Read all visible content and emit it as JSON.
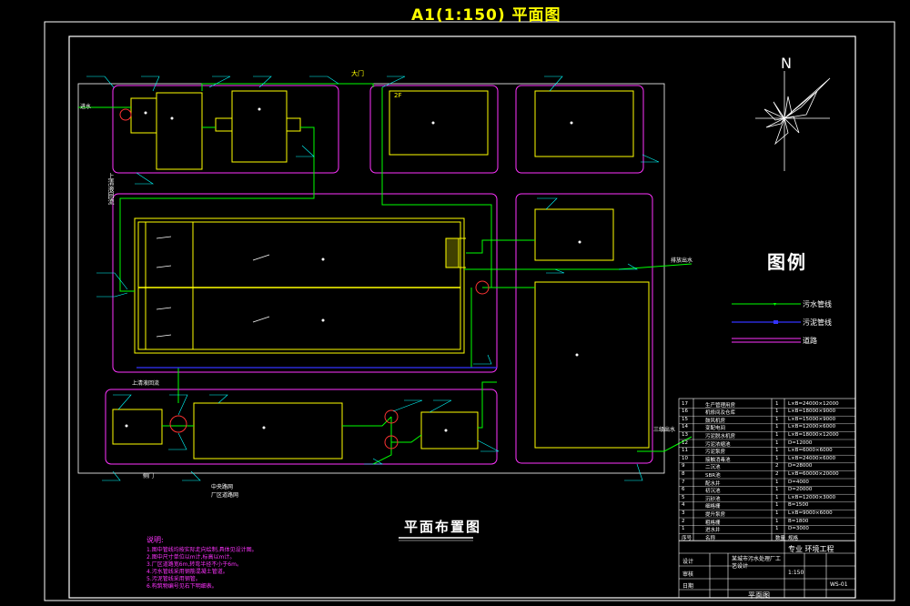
{
  "sheet_title": "A1(1:150) 平面图",
  "plan_title": "平面布置图",
  "north": "N",
  "legend": {
    "title": "图例",
    "items": [
      {
        "label": "污水管线",
        "color": "#00ff00"
      },
      {
        "label": "污泥管线",
        "color": "#0000ff"
      },
      {
        "label": "道路",
        "color": "#ff00ff"
      }
    ]
  },
  "annotations": {
    "gate": "大门",
    "gate2": "侧门",
    "inlet": "进水",
    "outlet_discharge": "排放出水",
    "outlet_3": "三级出水",
    "sludge_return": "上清液回流",
    "supernatant": "上清液回流",
    "center_road": "中央路网",
    "plant_road": "厂区道路网",
    "building_2f": "2F"
  },
  "notes": {
    "title": "说明:",
    "lines": [
      "1.图中管线均按实际走向绘制,具体见设计图。",
      "2.图中尺寸单位以m计,标高以m计。",
      "3.厂区道路宽6m,转弯半径不小于6m。",
      "4.污水管线采用钢筋混凝土管道。",
      "5.污泥管线采用钢管。",
      "6.构筑物编号见右下明细表。"
    ]
  },
  "title_block": {
    "rows": [
      {
        "no": "17",
        "name": "生产管理用房",
        "qty": "1",
        "spec": "L×B=24000×12000"
      },
      {
        "no": "16",
        "name": "机修间及仓库",
        "qty": "1",
        "spec": "L×B=18000×9000"
      },
      {
        "no": "15",
        "name": "鼓风机房",
        "qty": "1",
        "spec": "L×B=15000×9000"
      },
      {
        "no": "14",
        "name": "变配电间",
        "qty": "1",
        "spec": "L×B=12000×6000"
      },
      {
        "no": "13",
        "name": "污泥脱水机房",
        "qty": "1",
        "spec": "L×B=18000×12000"
      },
      {
        "no": "12",
        "name": "污泥浓缩池",
        "qty": "1",
        "spec": "D=12000"
      },
      {
        "no": "11",
        "name": "污泥泵房",
        "qty": "1",
        "spec": "L×B=6000×6000"
      },
      {
        "no": "10",
        "name": "接触消毒池",
        "qty": "1",
        "spec": "L×B=24000×6000"
      },
      {
        "no": "9",
        "name": "二沉池",
        "qty": "2",
        "spec": "D=28000"
      },
      {
        "no": "8",
        "name": "SBR池",
        "qty": "2",
        "spec": "L×B=60000×20000"
      },
      {
        "no": "7",
        "name": "配水井",
        "qty": "1",
        "spec": "D=4000"
      },
      {
        "no": "6",
        "name": "初沉池",
        "qty": "1",
        "spec": "D=20000"
      },
      {
        "no": "5",
        "name": "沉砂池",
        "qty": "1",
        "spec": "L×B=12000×3000"
      },
      {
        "no": "4",
        "name": "细格栅",
        "qty": "1",
        "spec": "B=1500"
      },
      {
        "no": "3",
        "name": "提升泵房",
        "qty": "1",
        "spec": "L×B=9000×6000"
      },
      {
        "no": "2",
        "name": "粗格栅",
        "qty": "1",
        "spec": "B=1800"
      },
      {
        "no": "1",
        "name": "进水井",
        "qty": "1",
        "spec": "D=3000"
      },
      {
        "no": "序号",
        "name": "名称",
        "qty": "数量",
        "spec": "规格"
      }
    ],
    "school": "专业 环境工程",
    "drawing_name": "平面图",
    "designer": "设计",
    "checker": "审核",
    "date": "日期",
    "scale": "1:150",
    "sheet_no": "WS-01",
    "project": "某城市污水处理厂工艺设计"
  }
}
